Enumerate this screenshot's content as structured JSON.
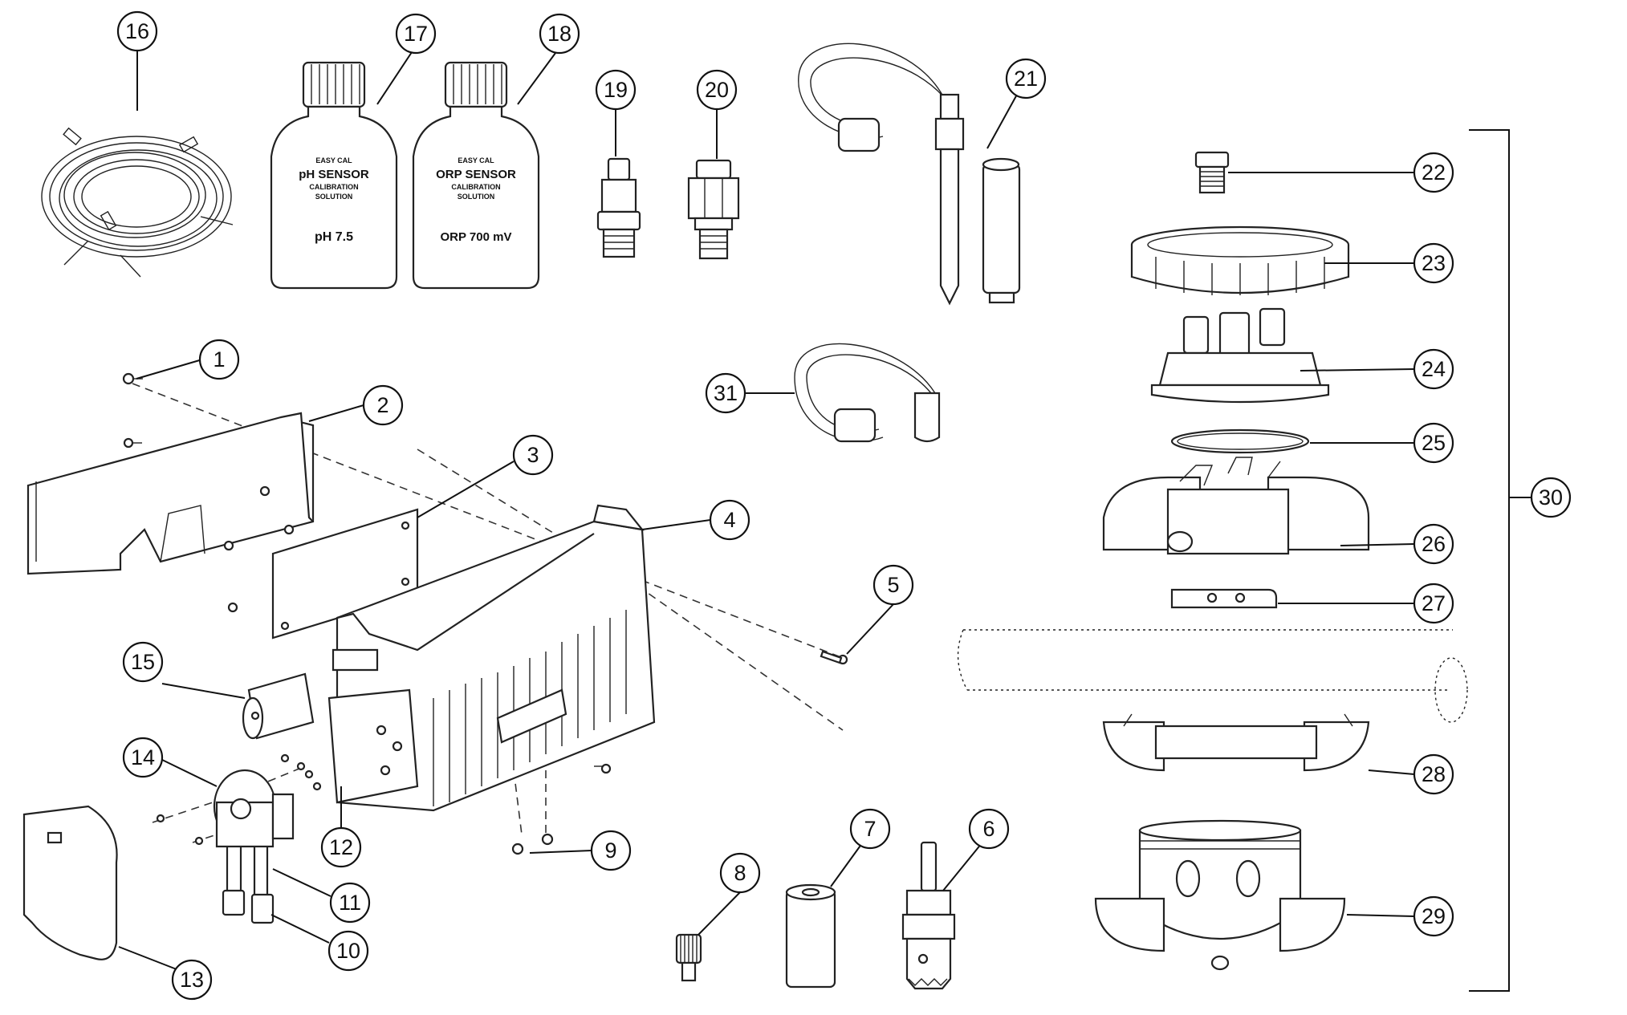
{
  "callouts": [
    "1",
    "2",
    "3",
    "4",
    "5",
    "6",
    "7",
    "8",
    "9",
    "10",
    "11",
    "12",
    "13",
    "14",
    "15",
    "16",
    "17",
    "18",
    "19",
    "20",
    "21",
    "22",
    "23",
    "24",
    "25",
    "26",
    "27",
    "28",
    "29",
    "30",
    "31"
  ],
  "bottle_ph": {
    "brand": "EASY CAL",
    "line1": "pH SENSOR",
    "line2": "CALIBRATION",
    "line3": "SOLUTION",
    "value": "pH 7.5"
  },
  "bottle_orp": {
    "brand": "EASY CAL",
    "line1": "ORP SENSOR",
    "line2": "CALIBRATION",
    "line3": "SOLUTION",
    "value": "ORP 700 mV"
  },
  "colors": {
    "line": "#111111",
    "background": "#ffffff"
  }
}
